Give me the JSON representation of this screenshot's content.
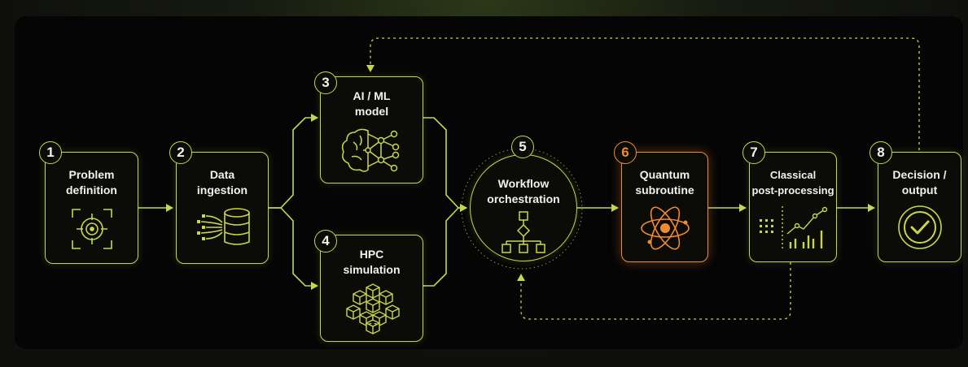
{
  "colors": {
    "accent": "#c9d64a",
    "quantum": "#f28a32",
    "background": "#050505",
    "text": "#f2f2ea"
  },
  "nodes": [
    {
      "number": "1",
      "label": "Problem\ndefinition",
      "icon": "target-icon"
    },
    {
      "number": "2",
      "label": "Data\ningestion",
      "icon": "database-icon"
    },
    {
      "number": "3",
      "label": "AI / ML\nmodel",
      "icon": "neural-brain-icon"
    },
    {
      "number": "4",
      "label": "HPC\nsimulation",
      "icon": "cubes-icon"
    },
    {
      "number": "5",
      "label": "Workflow\norchestration",
      "icon": "flowchart-icon"
    },
    {
      "number": "6",
      "label": "Quantum\nsubroutine",
      "icon": "atom-icon"
    },
    {
      "number": "7",
      "label": "Classical\npost-processing",
      "icon": "analytics-chart-icon"
    },
    {
      "number": "8",
      "label": "Decision /\noutput",
      "icon": "check-circle-icon"
    }
  ]
}
